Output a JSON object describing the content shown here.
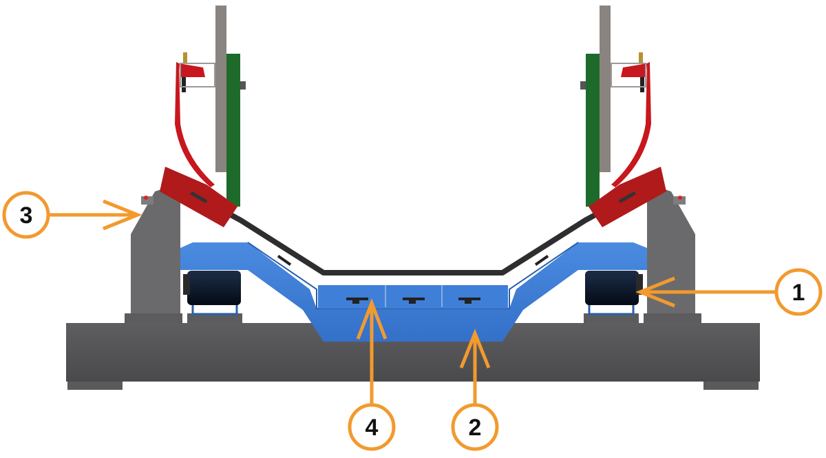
{
  "diagram": {
    "subject": "Belt conveyor troughing idler assembly with belt scraper/skirt (front view)",
    "colors": {
      "callout": "#F29A2E",
      "frame_blue": "#3A7BD5",
      "frame_blue_dark": "#2A5FA8",
      "base_gray": "#555557",
      "bracket_gray": "#6E6E70",
      "plate_gray": "#8A8480",
      "skirt_red": "#C8171E",
      "rubber_green": "#1E6A2A",
      "belt_dark": "#2E2E30",
      "roller_dark": "#0E1A2A"
    },
    "callouts": [
      {
        "id": "1",
        "label": "1",
        "target": "side roller / pivot (right)"
      },
      {
        "id": "2",
        "label": "2",
        "target": "blue trough frame"
      },
      {
        "id": "3",
        "label": "3",
        "target": "side bracket / support (left)"
      },
      {
        "id": "4",
        "label": "4",
        "target": "center support pads"
      }
    ]
  }
}
